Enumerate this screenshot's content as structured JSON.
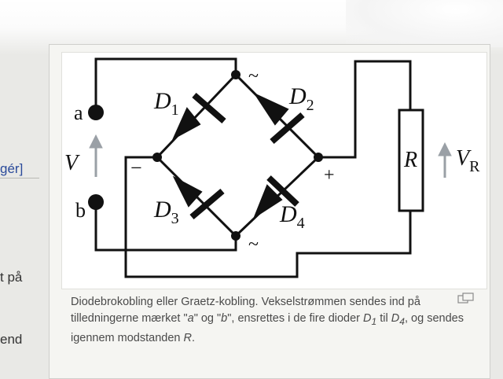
{
  "left_fragments": {
    "line1": "gér]",
    "line2": "t på",
    "line3": "end"
  },
  "figure": {
    "labels": {
      "a": "a",
      "b": "b",
      "V": "V",
      "minus": "−",
      "plus": "+",
      "tilde_top": "~",
      "tilde_bottom": "~",
      "D": "D",
      "d1_sub": "1",
      "d2_sub": "2",
      "d3_sub": "3",
      "d4_sub": "4",
      "R": "R",
      "VR": "V",
      "VR_sub": "R"
    }
  },
  "caption": {
    "part1": "Diodebrokobling eller Graetz-kobling. Vekselstrømmen sendes ind på tilledningerne mærket \"",
    "a": "a",
    "part2": "\" og \"",
    "b": "b",
    "part3": "\", ensrettes i de fire dioder ",
    "d1": "D",
    "d1_sub": "1",
    "part4": " til ",
    "d4": "D",
    "d4_sub": "4",
    "part5": ", og sendes igennem modstanden ",
    "r": "R",
    "part6": "."
  },
  "colors": {
    "wire": "#111111",
    "arrow_gray": "#9aa0a6",
    "link": "#2a4a9a"
  },
  "icons": {
    "enlarge": "enlarge-icon"
  }
}
